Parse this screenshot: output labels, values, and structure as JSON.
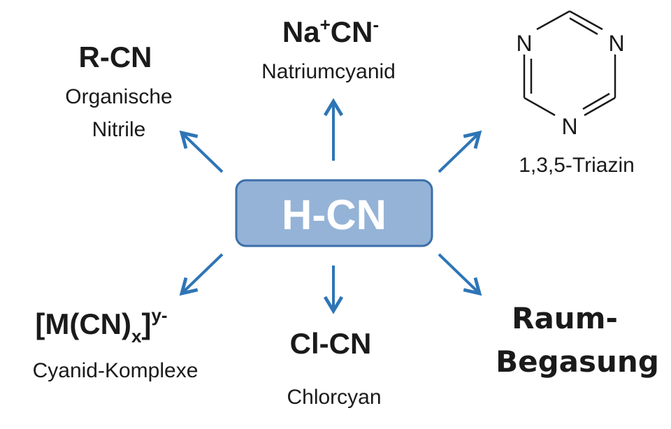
{
  "center": {
    "label": "H-CN",
    "fill": "#95b3d7",
    "border": "#3b6fa9"
  },
  "arrow_color": "#2e75b6",
  "nodes": {
    "nitrile": {
      "formula": "R-CN",
      "line1": "Organische",
      "line2": "Nitrile"
    },
    "sodium": {
      "formula_na": "Na",
      "plus": "+",
      "formula_cn": "CN",
      "minus": "-",
      "name": "Natriumcyanid"
    },
    "triazine": {
      "atom1": "N",
      "atom2": "N",
      "atom3": "N",
      "name": "1,3,5-Triazin"
    },
    "complex": {
      "part1": "[M(CN)",
      "sub": "x",
      "part2": "]",
      "sup": "y-",
      "name": "Cyanid-Komplexe"
    },
    "chlorcyan": {
      "formula": "Cl-CN",
      "name": "Chlorcyan"
    },
    "fumigation": {
      "line1": "Raum-",
      "line2": "Begasung"
    }
  }
}
